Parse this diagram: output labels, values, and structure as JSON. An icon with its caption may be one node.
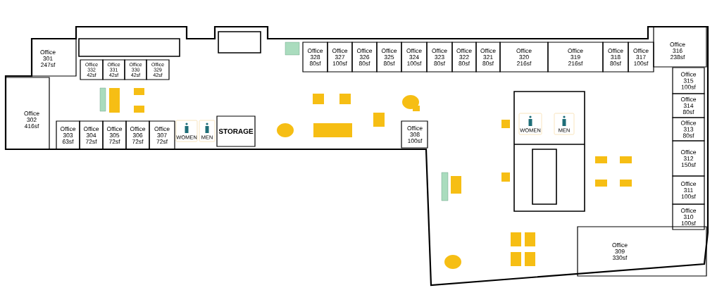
{
  "diagram": {
    "nodes": [
      {
        "text": [
          "Office 301 247sf"
        ]
      },
      {
        "text": [
          "Office 302 416sf"
        ]
      },
      {
        "text": [
          "Office 332 42sf"
        ]
      },
      {
        "text": [
          "Office 331 42sf"
        ]
      },
      {
        "text": [
          "Office 330 42sf"
        ]
      },
      {
        "text": [
          "Office 329 42sf"
        ]
      },
      {
        "text": [
          "Office 303 63sf"
        ]
      },
      {
        "text": [
          "Office 304 72sf"
        ]
      },
      {
        "text": [
          "Office 305 72sf"
        ]
      },
      {
        "text": [
          "Office 306 72sf"
        ]
      },
      {
        "text": [
          "Office 307 72sf"
        ]
      },
      {
        "text": [
          "STORAGE"
        ]
      },
      {
        "text": [
          "Office 328 80sf"
        ]
      },
      {
        "text": [
          "Office 327 100sf"
        ]
      },
      {
        "text": [
          "Office 326 80sf"
        ]
      },
      {
        "text": [
          "Office 325 80sf"
        ]
      },
      {
        "text": [
          "Office 324 100sf"
        ]
      },
      {
        "text": [
          "Office 323 80sf"
        ]
      },
      {
        "text": [
          "Office 322 80sf"
        ]
      },
      {
        "text": [
          "Office 321 80sf"
        ]
      },
      {
        "text": [
          "Office 320 216sf"
        ]
      },
      {
        "text": [
          "Office 319 216sf"
        ]
      },
      {
        "text": [
          "Office 318 80sf"
        ]
      },
      {
        "text": [
          "Office 317 100sf"
        ]
      },
      {
        "text": [
          "Office 316 238sf"
        ]
      },
      {
        "text": [
          "Office 315 100sf"
        ]
      },
      {
        "text": [
          "Office 314 80sf"
        ]
      },
      {
        "text": [
          "Office 313 80sf"
        ]
      },
      {
        "text": [
          "Office 312 150sf"
        ]
      },
      {
        "text": [
          "Office 311 100sf"
        ]
      },
      {
        "text": [
          "Office 310 100sf"
        ]
      },
      {
        "text": [
          "Office 308 100sf"
        ]
      },
      {
        "text": [
          "Office 309 330sf"
        ]
      }
    ],
    "labels": [
      "WOMEN",
      "MEN",
      "WOMEN",
      "MEN"
    ]
  }
}
